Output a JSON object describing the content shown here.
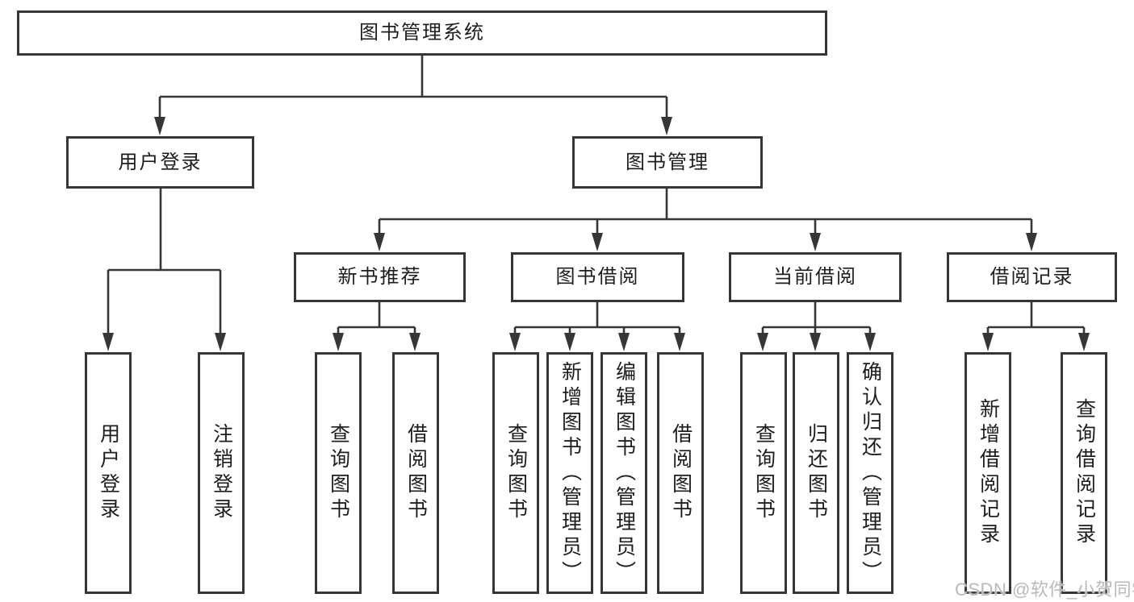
{
  "diagram": {
    "root": {
      "id": "library-system",
      "label": "图书管理系统"
    },
    "level2": [
      {
        "id": "user-login",
        "label": "用户登录",
        "parent": "library-system"
      },
      {
        "id": "book-mgmt",
        "label": "图书管理",
        "parent": "library-system"
      }
    ],
    "level3": [
      {
        "id": "new-book-recommend",
        "label": "新书推荐",
        "parent": "book-mgmt"
      },
      {
        "id": "book-borrow",
        "label": "图书借阅",
        "parent": "book-mgmt"
      },
      {
        "id": "current-borrow",
        "label": "当前借阅",
        "parent": "book-mgmt"
      },
      {
        "id": "borrow-records",
        "label": "借阅记录",
        "parent": "book-mgmt"
      }
    ],
    "leaves": [
      {
        "id": "leaf-user-login",
        "label": "用户登录",
        "parent": "user-login"
      },
      {
        "id": "leaf-logout",
        "label": "注销登录",
        "parent": "user-login"
      },
      {
        "id": "leaf-nbr-query-book",
        "label": "查询图书",
        "parent": "new-book-recommend"
      },
      {
        "id": "leaf-nbr-borrow-book",
        "label": "借阅图书",
        "parent": "new-book-recommend"
      },
      {
        "id": "leaf-bb-query-book",
        "label": "查询图书",
        "parent": "book-borrow"
      },
      {
        "id": "leaf-bb-add-book",
        "label": "新增图书（管理员）",
        "parent": "book-borrow"
      },
      {
        "id": "leaf-bb-edit-book",
        "label": "编辑图书（管理员）",
        "parent": "book-borrow"
      },
      {
        "id": "leaf-bb-borrow-book",
        "label": "借阅图书",
        "parent": "book-borrow"
      },
      {
        "id": "leaf-cb-query-book",
        "label": "查询图书",
        "parent": "current-borrow"
      },
      {
        "id": "leaf-cb-return-book",
        "label": "归还图书",
        "parent": "current-borrow"
      },
      {
        "id": "leaf-cb-confirm-return",
        "label": "确认归还（管理员）",
        "parent": "current-borrow"
      },
      {
        "id": "leaf-br-add-record",
        "label": "新增借阅记录",
        "parent": "borrow-records"
      },
      {
        "id": "leaf-br-query-record",
        "label": "查询借阅记录",
        "parent": "borrow-records"
      }
    ]
  },
  "watermark": {
    "text": "CSDN @软件_小贺同学"
  },
  "colors": {
    "line": "#363636",
    "box_border": "#363636",
    "text": "#1d1d1f",
    "watermark": "#b9b9b9",
    "background": "#ffffff"
  }
}
